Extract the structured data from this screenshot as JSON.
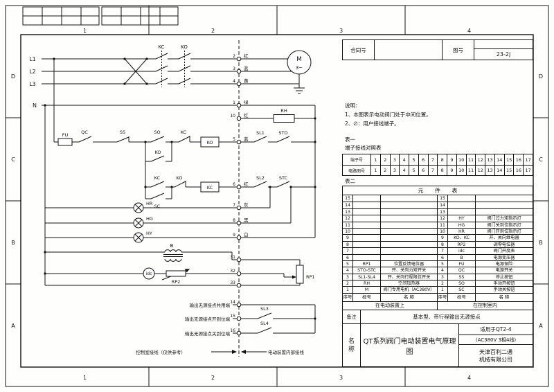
{
  "zones": {
    "top": [
      "1",
      "2",
      "3",
      "4"
    ],
    "bottom": [
      "1",
      "2",
      "3",
      "4"
    ],
    "left": [
      "D",
      "C",
      "B",
      "A"
    ],
    "right": [
      "D",
      "C",
      "B",
      "A"
    ]
  },
  "header_block": {
    "contract_label": "合同号",
    "drawing_no_label": "图号",
    "drawing_no": "23-2j"
  },
  "notes": {
    "title": "说明：",
    "items": [
      "1、本图表示电动阀门处于中间位置。",
      "2、∅：用户接线端子。"
    ]
  },
  "terminal_table": {
    "caption": "表一",
    "subtitle": "端子接线对照表",
    "row1_label": "端子号",
    "row2_label": "电路图号",
    "terminal_numbers": [
      "1",
      "2",
      "3",
      "4",
      "5",
      "6",
      "7",
      "8",
      "9",
      "10",
      "11",
      "12",
      "13",
      "14",
      "15",
      "16",
      "17"
    ],
    "circuit_numbers": [
      "1",
      "2",
      "3",
      "4",
      "5",
      "6",
      "7",
      "8",
      "9",
      "10",
      "11",
      "12",
      "13",
      "14",
      "15",
      "16",
      "17"
    ]
  },
  "component_table": {
    "caption": "表二",
    "title": "元 件 表",
    "col_no": "序号",
    "col_code": "标号",
    "col_name": "名 称",
    "left_footer": "在电动装置上",
    "right_footer": "在控制室内",
    "left_rows": [
      {
        "no": "15",
        "code": "",
        "name": ""
      },
      {
        "no": "14",
        "code": "",
        "name": ""
      },
      {
        "no": "13",
        "code": "",
        "name": ""
      },
      {
        "no": "12",
        "code": "",
        "name": ""
      },
      {
        "no": "11",
        "code": "",
        "name": ""
      },
      {
        "no": "10",
        "code": "",
        "name": ""
      },
      {
        "no": "9",
        "code": "",
        "name": ""
      },
      {
        "no": "8",
        "code": "",
        "name": ""
      },
      {
        "no": "7",
        "code": "",
        "name": ""
      },
      {
        "no": "6",
        "code": "",
        "name": ""
      },
      {
        "no": "5",
        "code": "RP1",
        "name": "位置反馈电位器"
      },
      {
        "no": "4",
        "code": "STO-STC",
        "name": "开、关向力矩开关"
      },
      {
        "no": "3",
        "code": "SL1-SL4",
        "name": "开、关向行程限位开关"
      },
      {
        "no": "2",
        "code": "RH",
        "name": "空间加热器"
      },
      {
        "no": "1",
        "code": "M",
        "name": "阀门专用电机（AC380V）"
      }
    ],
    "right_rows": [
      {
        "no": "15",
        "code": "",
        "name": ""
      },
      {
        "no": "14",
        "code": "",
        "name": ""
      },
      {
        "no": "13",
        "code": "",
        "name": ""
      },
      {
        "no": "12",
        "code": "HY",
        "name": "阀门过力矩指示灯"
      },
      {
        "no": "11",
        "code": "HG",
        "name": "阀门关到位指示灯"
      },
      {
        "no": "10",
        "code": "HR",
        "name": "阀门开到位指示灯"
      },
      {
        "no": "9",
        "code": "KO、KC",
        "name": "开、关向继电器"
      },
      {
        "no": "8",
        "code": "RP2",
        "name": "调零电位器"
      },
      {
        "no": "7",
        "code": "idc",
        "name": "阀门开度表"
      },
      {
        "no": "6",
        "code": "B",
        "name": "电源变压器"
      },
      {
        "no": "5",
        "code": "FU",
        "name": "电源保险"
      },
      {
        "no": "4",
        "code": "QC",
        "name": "电源开关"
      },
      {
        "no": "3",
        "code": "SS",
        "name": "停止按钮"
      },
      {
        "no": "2",
        "code": "SO",
        "name": "手动开按钮"
      },
      {
        "no": "1",
        "code": "SC",
        "name": "手动关按钮"
      }
    ]
  },
  "remarks": {
    "label": "备注",
    "text": "基本型、带行程输出无源接点"
  },
  "title_block": {
    "name_label_1": "名",
    "name_label_2": "称",
    "drawing_title": "QT系列阀门电动装置电气原理图",
    "applicable_line1": "适用于QT2-4",
    "applicable_line2": "(AC380V 3相4线)",
    "company_line1": "天津百利二通",
    "company_line2": "机械有限公司"
  },
  "schematic": {
    "l1": "L1",
    "l2": "L2",
    "l3": "L3",
    "n": "N",
    "kc": "KC",
    "ko": "KO",
    "motor": "M",
    "motor_type": "3~",
    "rh": "RH",
    "fu": "FU",
    "qc": "QC",
    "ss": "SS",
    "so": "SO",
    "sc": "SC",
    "ko_aux": "KO",
    "kc_aux": "KC",
    "kc_interlock": "KC",
    "ko_interlock": "KO",
    "ko_coil": "KO",
    "kc_coil": "KC",
    "sl1": "SL1",
    "sto": "STO",
    "sl2": "SL2",
    "stc": "STC",
    "sl3": "SL3",
    "sl4": "SL4",
    "hr": "HR",
    "hg": "HG",
    "hy": "HY",
    "b": "B",
    "idc": "idc",
    "rp1": "RP1",
    "rp2": "RP2",
    "terminals": [
      {
        "no": "2",
        "color": "红"
      },
      {
        "no": "3",
        "color": "蓝"
      },
      {
        "no": "4",
        "color": "黄"
      },
      {
        "no": "1",
        "color": "绿"
      },
      {
        "no": "10",
        "color": "红"
      },
      {
        "no": "5",
        "color": "蓝"
      },
      {
        "no": "6",
        "color": "红"
      },
      {
        "no": "7",
        "color": "灰"
      },
      {
        "no": "8",
        "color": "黑"
      },
      {
        "no": "9",
        "color": "白"
      },
      {
        "no": "31",
        "color": ""
      },
      {
        "no": "32",
        "color": ""
      },
      {
        "no": "33",
        "color": ""
      },
      {
        "no": "14",
        "color": ""
      },
      {
        "no": "15",
        "color": ""
      },
      {
        "no": "16",
        "color": ""
      }
    ],
    "output_labels": [
      "输出无源接点共用端",
      "输出无源接点开到位端",
      "输出无源接点关到位端"
    ],
    "left_zone_note": "控制室接线（仅供参考）",
    "right_zone_note": "电动装置内部接线"
  }
}
